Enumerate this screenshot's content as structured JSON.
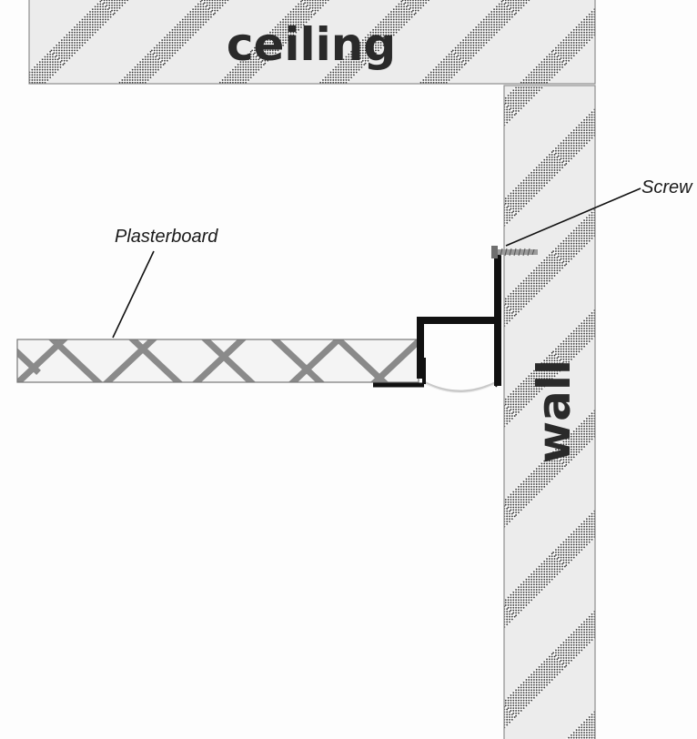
{
  "labels": {
    "ceiling": "ceiling",
    "wall": "wall",
    "plasterboard": "Plasterboard",
    "screw": "Screw"
  },
  "colors": {
    "hatch_band": "#e6e6e6",
    "hatch_dots": "#2e2e2e",
    "plaster_fill": "#f4f4f4",
    "plaster_cross": "#8a8a8a",
    "profile": "#111111",
    "diffuser": "#cfcfcf"
  }
}
